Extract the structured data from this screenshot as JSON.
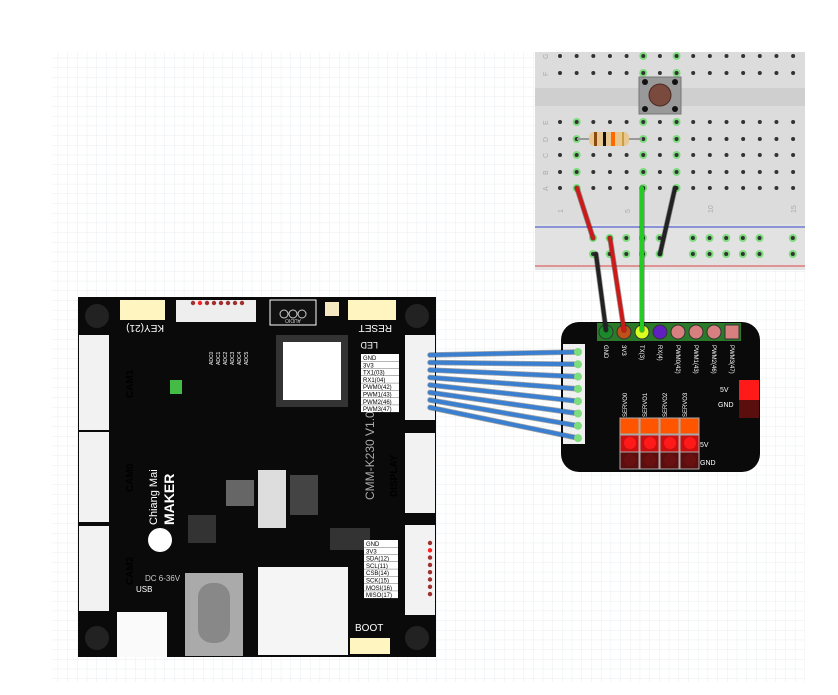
{
  "breadboard": {
    "row_labels": [
      "G",
      "F",
      "E",
      "D",
      "C",
      "B",
      "A"
    ],
    "column_labels": [
      "1",
      "5",
      "10",
      "15"
    ]
  },
  "board": {
    "title": "CMM-K230 V1.0",
    "brand_line1": "Chiang Mai",
    "brand_line2": "MAKER",
    "connectors": [
      "KEY(21)",
      "RESET",
      "LED",
      "CAM1",
      "CAM0",
      "CAM2",
      "DISPLAY",
      "BOOT",
      "USB",
      "DC 6-36V",
      "AUDIO"
    ],
    "adc_labels": [
      "ADC0",
      "ADC1",
      "ADC2",
      "ADC3",
      "ADC4",
      "ADC5"
    ],
    "uart_pins": [
      "GND",
      "3V3",
      "TX1(03)",
      "RX1(04)",
      "PWM0(42)",
      "PWM1(43)",
      "PWM2(46)",
      "PWM3(47)"
    ],
    "spi_pins": [
      "GND",
      "3V3",
      "SDA(12)",
      "SCL(11)",
      "CSB(14)",
      "SCK(15)",
      "MOSI(16)",
      "MISO(17)"
    ]
  },
  "module": {
    "header_pins": [
      "GND",
      "3V3",
      "TX(3)",
      "RX(4)",
      "PWM0(42)",
      "PWM1(43)",
      "PWM2(46)",
      "PWM3(47)"
    ],
    "header_colors": [
      "#1a8a2a",
      "#c0501a",
      "#d8ff20",
      "#6020c0",
      "#d88080",
      "#d88080",
      "#d88080",
      "#d88080"
    ],
    "servo_labels": [
      "SERVO0",
      "SERVO1",
      "SERVO2",
      "SERVO3"
    ],
    "rail_5v": "5V",
    "rail_gnd": "GND",
    "power_5v": "5V",
    "power_gnd": "GND"
  },
  "wire_colors": {
    "ground": "#222222",
    "power": "#cc1a1a",
    "signal": "#22cc22",
    "bus": "#3a7fd0"
  }
}
